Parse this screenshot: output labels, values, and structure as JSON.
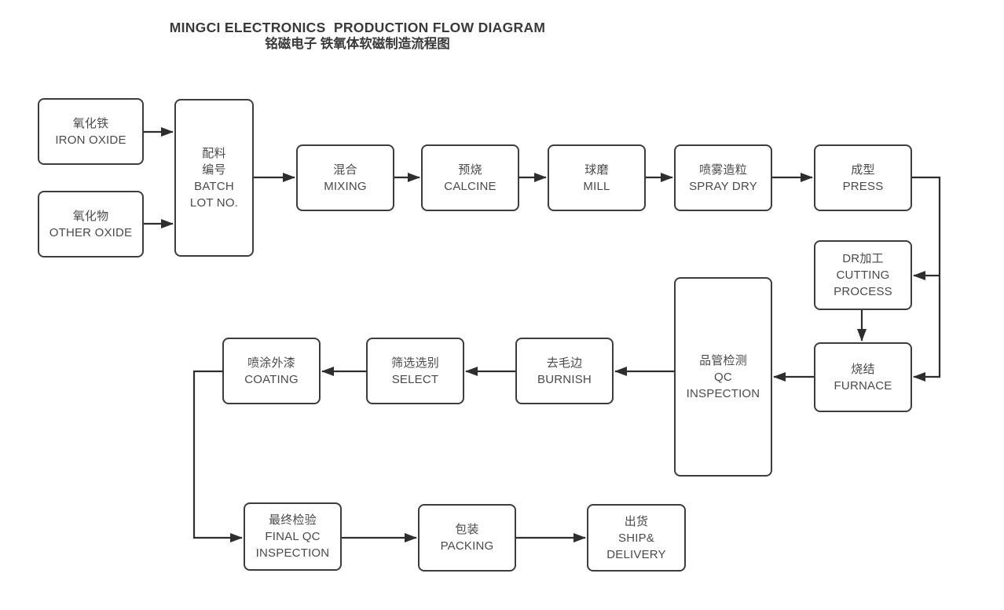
{
  "title": {
    "en": "MINGCI ELECTRONICS  PRODUCTION FLOW DIAGRAM",
    "zh": "铭磁电子 铁氧体软磁制造流程图"
  },
  "colors": {
    "background": "#ffffff",
    "box_border": "#3d3d3d",
    "box_fill": "#ffffff",
    "text": "#4a4a4a",
    "line": "#2e2e2e"
  },
  "nodes": {
    "iron_oxide": {
      "lines": [
        "氧化铁",
        "IRON OXIDE"
      ]
    },
    "other_oxide": {
      "lines": [
        "氧化物",
        "OTHER OXIDE"
      ]
    },
    "batch_lot": {
      "lines": [
        "配料",
        "编号",
        "BATCH",
        "LOT NO."
      ]
    },
    "mixing": {
      "lines": [
        "混合",
        "MIXING"
      ]
    },
    "calcine": {
      "lines": [
        "预烧",
        "CALCINE"
      ]
    },
    "mill": {
      "lines": [
        "球磨",
        "MILL"
      ]
    },
    "spray_dry": {
      "lines": [
        "喷雾造粒",
        "SPRAY DRY"
      ]
    },
    "press": {
      "lines": [
        "成型",
        "PRESS"
      ]
    },
    "cutting": {
      "lines": [
        "DR加工",
        "CUTTING",
        "PROCESS"
      ]
    },
    "furnace": {
      "lines": [
        "烧结",
        "FURNACE"
      ]
    },
    "qc_inspection": {
      "lines": [
        "品管检测",
        "QC",
        "INSPECTION"
      ]
    },
    "burnish": {
      "lines": [
        "去毛边",
        "BURNISH"
      ]
    },
    "select": {
      "lines": [
        "筛选选别",
        "SELECT"
      ]
    },
    "coating": {
      "lines": [
        "喷涂外漆",
        "COATING"
      ]
    },
    "final_qc": {
      "lines": [
        "最终检验",
        "FINAL QC",
        "INSPECTION"
      ]
    },
    "packing": {
      "lines": [
        "包装",
        "PACKING"
      ]
    },
    "ship": {
      "lines": [
        "出货",
        "SHIP&",
        "DELIVERY"
      ]
    }
  },
  "edges": [
    {
      "from": "iron_oxide",
      "to": "batch_lot"
    },
    {
      "from": "other_oxide",
      "to": "batch_lot"
    },
    {
      "from": "batch_lot",
      "to": "mixing"
    },
    {
      "from": "mixing",
      "to": "calcine"
    },
    {
      "from": "calcine",
      "to": "mill"
    },
    {
      "from": "mill",
      "to": "spray_dry"
    },
    {
      "from": "spray_dry",
      "to": "press"
    },
    {
      "from": "press",
      "to": "cutting"
    },
    {
      "from": "press",
      "to": "furnace"
    },
    {
      "from": "cutting",
      "to": "furnace"
    },
    {
      "from": "furnace",
      "to": "qc_inspection"
    },
    {
      "from": "qc_inspection",
      "to": "burnish"
    },
    {
      "from": "burnish",
      "to": "select"
    },
    {
      "from": "select",
      "to": "coating"
    },
    {
      "from": "coating",
      "to": "final_qc"
    },
    {
      "from": "final_qc",
      "to": "packing"
    },
    {
      "from": "packing",
      "to": "ship"
    }
  ]
}
